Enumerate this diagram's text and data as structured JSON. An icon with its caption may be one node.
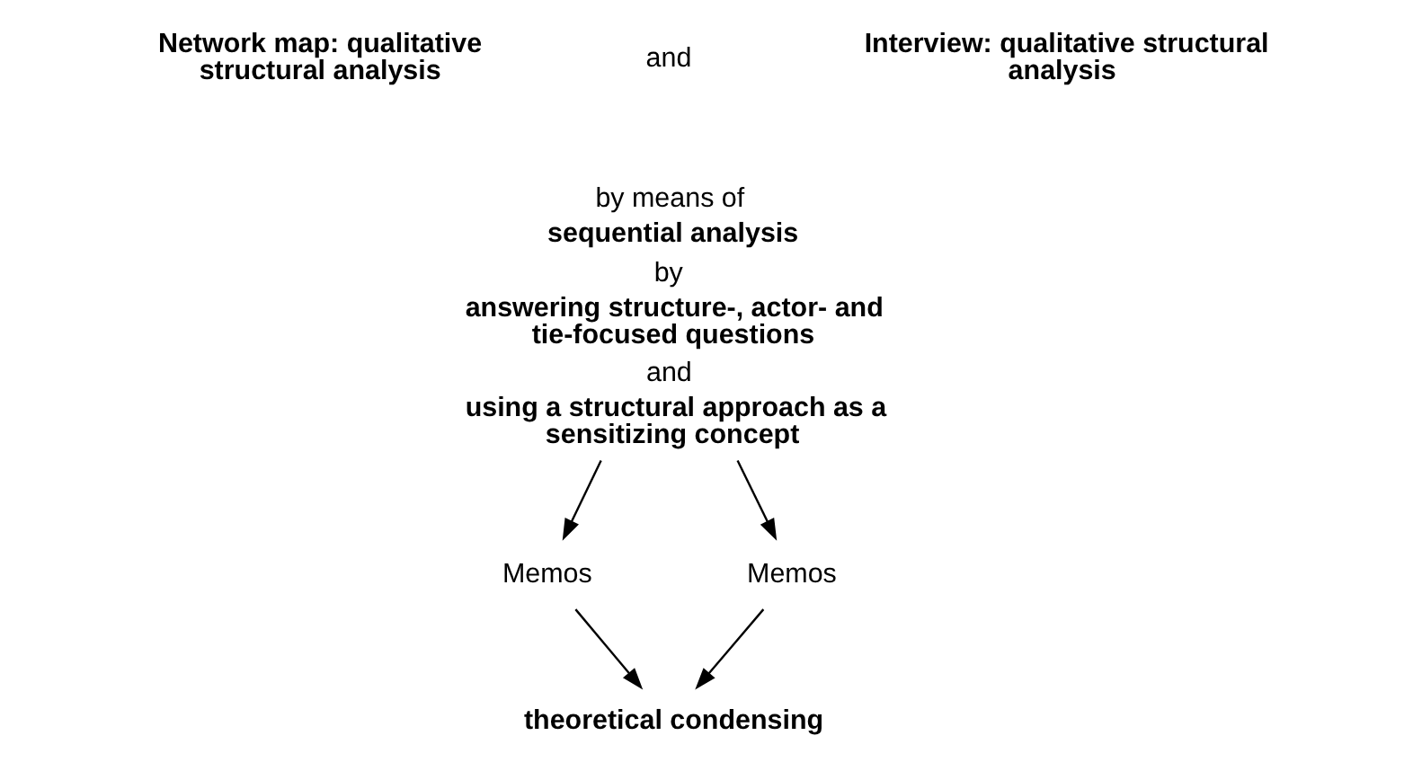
{
  "diagram": {
    "nodes": [
      {
        "text": [
          "Network map: qualitative structural analysis"
        ]
      },
      {
        "text": [
          "Interview: qualitative structural analysis"
        ]
      },
      {
        "text": [
          "by means of",
          "sequential analysis",
          "by",
          "answering structure-, actor- and tie-focused questions",
          "and",
          "using a structural approach as a sensitizing concept"
        ]
      },
      {
        "text": [
          "Memos"
        ]
      },
      {
        "text": [
          "Memos"
        ]
      },
      {
        "text": [
          "theoretical condensing"
        ]
      }
    ],
    "edges": [
      {
        "from": 2,
        "to": 3,
        "arrow": "to"
      },
      {
        "from": 2,
        "to": 4,
        "arrow": "to"
      },
      {
        "from": 3,
        "to": 5,
        "arrow": "to"
      },
      {
        "from": 4,
        "to": 5,
        "arrow": "to"
      }
    ],
    "labels": [
      "and"
    ]
  }
}
